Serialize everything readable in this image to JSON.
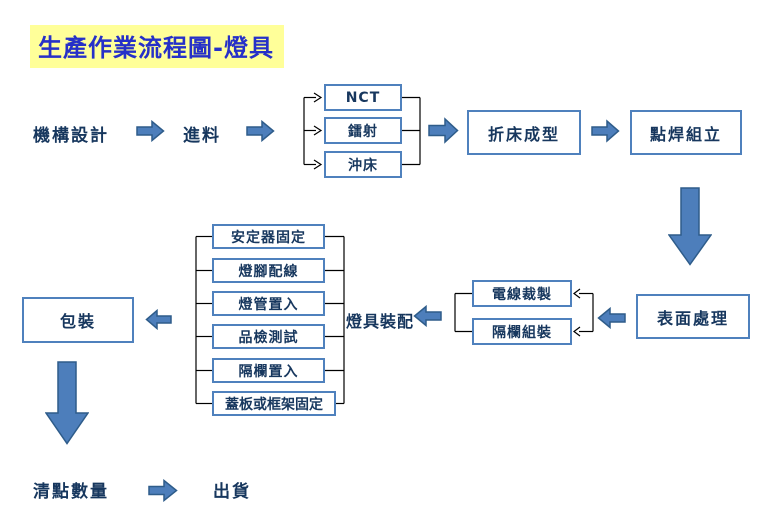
{
  "title": "生產作業流程圖-燈具",
  "flow": {
    "design": "機構設計",
    "feed": "進料",
    "cutting_methods": [
      "NCT",
      "鐳射",
      "沖床"
    ],
    "bend": "折床成型",
    "weld": "點焊組立",
    "surface": "表面處理",
    "wire_cut": "電線裁製",
    "grille_assembly": "隔欄組裝",
    "lamp_assembly": "燈具裝配",
    "assembly_steps": [
      "安定器固定",
      "燈腳配線",
      "燈管置入",
      "品檢測試",
      "隔欄置入",
      "蓋板或框架固定"
    ],
    "packing": "包裝",
    "count": "清點數量",
    "ship": "出貨"
  },
  "colors": {
    "box_border": "#4F81BD",
    "text": "#17375E",
    "arrow_fill": "#4D7EBB",
    "arrow_stroke": "#2E5C8A",
    "title_text": "#2630C8",
    "title_highlight": "#FFFF99",
    "connector_line": "#000000"
  }
}
